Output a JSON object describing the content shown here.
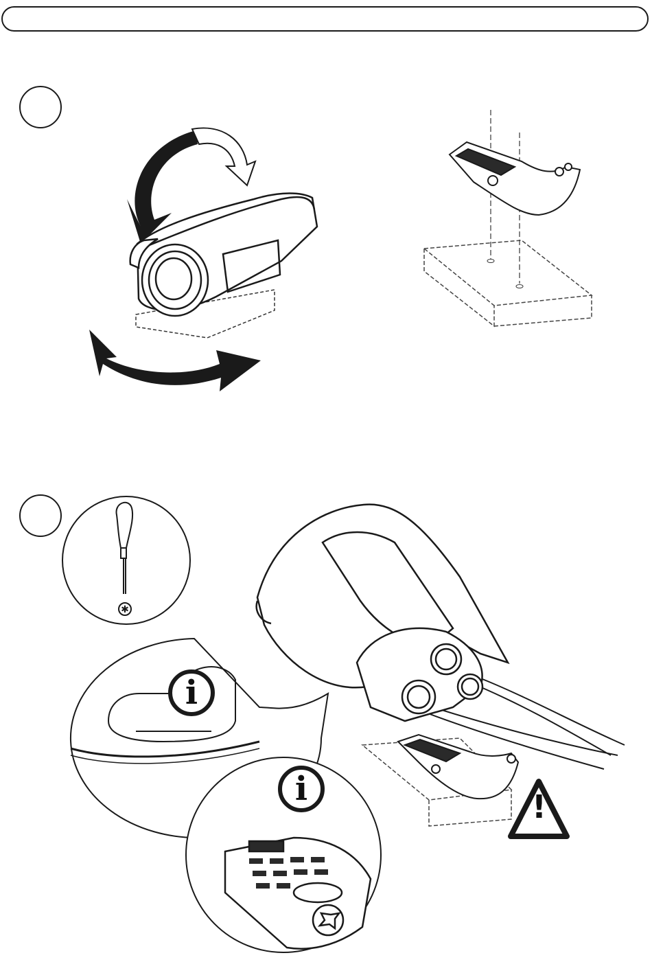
{
  "header": {
    "text": ""
  },
  "steps": [
    {
      "number": "",
      "illustrations": [
        "camera-pan-tilt",
        "mount-bracket-on-surface"
      ]
    },
    {
      "number": "",
      "illustrations": [
        "torx-screwdriver",
        "camera-installed-on-bracket",
        "info-callout-notch",
        "info-callout-bracket-screw"
      ]
    }
  ],
  "callouts": {
    "info_symbol": "i",
    "warning_symbol": "!"
  },
  "colors": {
    "line": "#1a1a1a",
    "fill_dark": "#1a1a1a",
    "bg": "#ffffff"
  }
}
